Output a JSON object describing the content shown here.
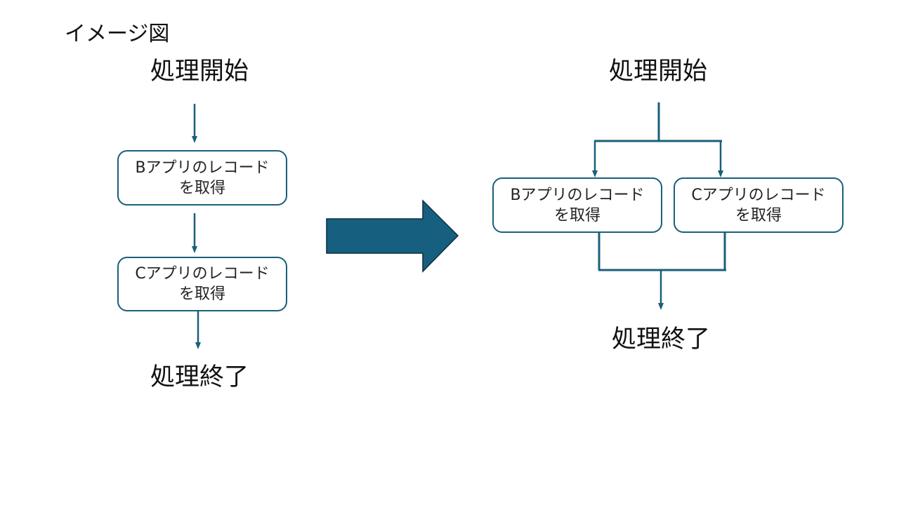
{
  "page": {
    "title": "イメージ図"
  },
  "before": {
    "start_label": "処理開始",
    "steps": [
      {
        "line1": "Bアプリのレコード",
        "line2": "を取得"
      },
      {
        "line1": "Cアプリのレコード",
        "line2": "を取得"
      }
    ],
    "end_label": "処理終了"
  },
  "after": {
    "start_label": "処理開始",
    "parallel_steps": [
      {
        "line1": "Bアプリのレコード",
        "line2": "を取得"
      },
      {
        "line1": "Cアプリのレコード",
        "line2": "を取得"
      }
    ],
    "end_label": "処理終了"
  },
  "colors": {
    "connector": "#1a5f7a",
    "transition_arrow_fill": "#165f7e",
    "transition_arrow_stroke": "#0b2f3f",
    "box_border": "#1a5f7a"
  }
}
